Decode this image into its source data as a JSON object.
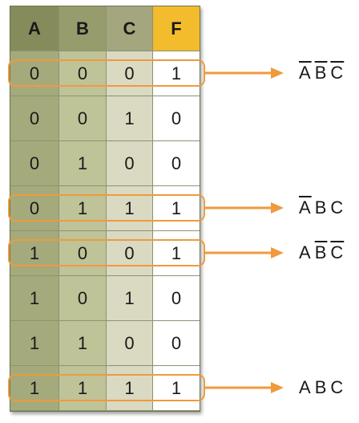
{
  "table": {
    "headers": [
      "A",
      "B",
      "C",
      "F"
    ],
    "rows": [
      [
        "0",
        "0",
        "0",
        "1"
      ],
      [
        "0",
        "0",
        "1",
        "0"
      ],
      [
        "0",
        "1",
        "0",
        "0"
      ],
      [
        "0",
        "1",
        "1",
        "1"
      ],
      [
        "1",
        "0",
        "0",
        "1"
      ],
      [
        "1",
        "0",
        "1",
        "0"
      ],
      [
        "1",
        "1",
        "0",
        "0"
      ],
      [
        "1",
        "1",
        "1",
        "1"
      ]
    ]
  },
  "colors": {
    "highlight": "#ef9a3d",
    "output_header": "#f2bc2d"
  },
  "minterms": [
    {
      "row": 0,
      "vars": [
        {
          "name": "A",
          "negated": true
        },
        {
          "name": "B",
          "negated": true
        },
        {
          "name": "C",
          "negated": true
        }
      ]
    },
    {
      "row": 3,
      "vars": [
        {
          "name": "A",
          "negated": true
        },
        {
          "name": "B",
          "negated": false
        },
        {
          "name": "C",
          "negated": false
        }
      ]
    },
    {
      "row": 4,
      "vars": [
        {
          "name": "A",
          "negated": false
        },
        {
          "name": "B",
          "negated": true
        },
        {
          "name": "C",
          "negated": true
        }
      ]
    },
    {
      "row": 7,
      "vars": [
        {
          "name": "A",
          "negated": false
        },
        {
          "name": "B",
          "negated": false
        },
        {
          "name": "C",
          "negated": false
        }
      ]
    }
  ]
}
